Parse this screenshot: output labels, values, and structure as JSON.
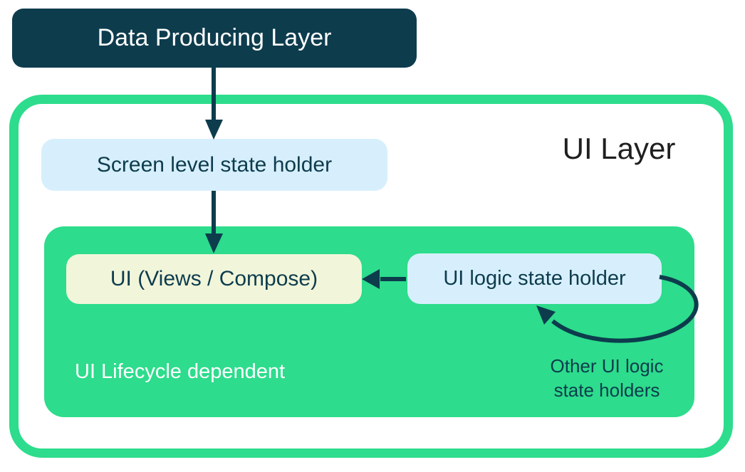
{
  "colors": {
    "dark_teal": "#0D3C4D",
    "green": "#2DDC8C",
    "light_blue": "#D7EFFC",
    "cream": "#F1F5DA",
    "title_black": "#1F1F1F",
    "white": "#FFFFFF"
  },
  "data_producing_layer": {
    "label": "Data Producing Layer"
  },
  "ui_layer": {
    "title": "UI Layer",
    "screen_state_holder_label": "Screen level state holder",
    "lifecycle_region": {
      "ui_box_label": "UI (Views / Compose)",
      "ui_logic_state_holder_label": "UI logic state holder",
      "caption": "UI Lifecycle dependent"
    },
    "loop_label_line1": "Other UI logic",
    "loop_label_line2": "state holders"
  }
}
